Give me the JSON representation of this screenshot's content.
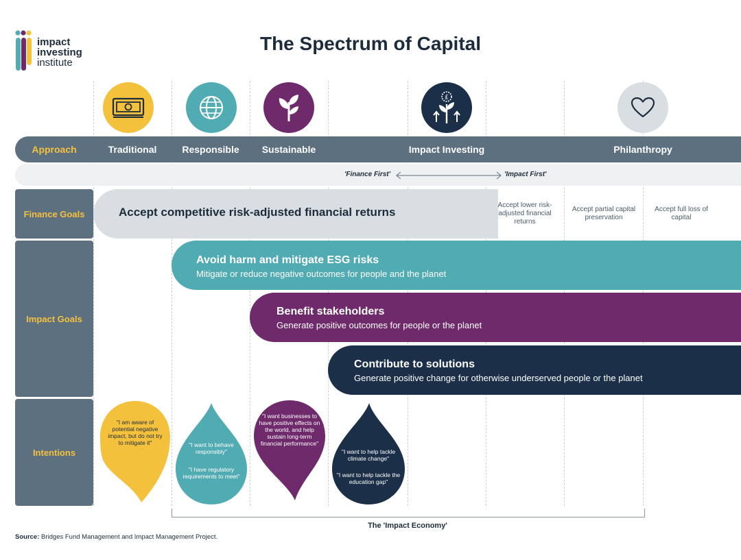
{
  "logo": {
    "line1": "impact",
    "line2": "investing",
    "line3": "institute"
  },
  "title": "The Spectrum of Capital",
  "approach": {
    "label": "Approach",
    "columns": [
      "Traditional",
      "Responsible",
      "Sustainable",
      "Impact Investing",
      "Philanthropy"
    ]
  },
  "icons": [
    "money-icon",
    "globe-icon",
    "plant-icon",
    "growth-plant-icon",
    "heart-icon"
  ],
  "finance_first": {
    "left": "'Finance First'",
    "right": "'Impact First'"
  },
  "finance_goals": {
    "label": "Finance Goals",
    "main": "Accept competitive risk-adjusted financial returns",
    "lower": "Accept lower risk-adjusted financial returns",
    "partial": "Accept partial capital preservation",
    "full_loss": "Accept full loss of capital"
  },
  "impact_goals": {
    "label": "Impact Goals",
    "avoid": {
      "title": "Avoid harm and mitigate ESG risks",
      "sub": "Mitigate or reduce negative outcomes for people and the planet"
    },
    "benefit": {
      "title": "Benefit stakeholders",
      "sub": "Generate positive outcomes for people or the planet"
    },
    "contribute": {
      "title": "Contribute to solutions",
      "sub": "Generate positive change for otherwise underserved people or the planet"
    }
  },
  "intentions": {
    "label": "Intentions",
    "traditional": "\"I am aware of potential negative impact, but do not try to mitigate it\"",
    "responsible_1": "\"I want to behave responsibly\"",
    "responsible_2": "\"I have regulatory requirements to meet\"",
    "sustainable": "\"I want businesses to have positive effects on the world, and help sustain long-term financial performance\"",
    "impact_1": "\"I want to help tackle climate change\"",
    "impact_2": "\"I want to help tackle the education gap\""
  },
  "impact_economy": "The 'Impact Economy'",
  "source": {
    "label": "Source:",
    "text": " Bridges Fund Management and Impact Management Project."
  },
  "colors": {
    "yellow": "#f4c13d",
    "teal": "#51abb2",
    "purple": "#6e2a6b",
    "navy": "#1b3048",
    "slate": "#5d7080",
    "grey": "#d9dee2"
  }
}
